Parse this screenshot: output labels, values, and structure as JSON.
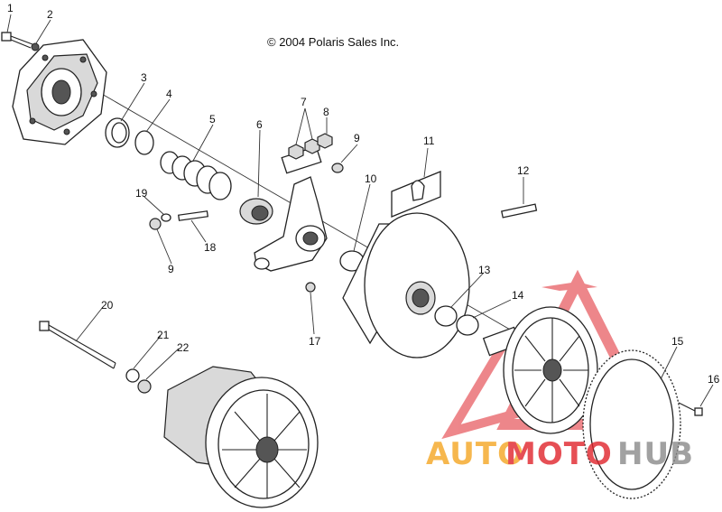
{
  "copyright": "© 2004 Polaris Sales Inc.",
  "watermark": {
    "text_a": "AUTO",
    "text_b": "MOTO",
    "text_c": "HUB",
    "colors": {
      "orange": "#f5a623",
      "red": "#e0242b",
      "gray": "#8a8a8a"
    }
  },
  "callouts": [
    "1",
    "2",
    "3",
    "4",
    "5",
    "6",
    "7",
    "8",
    "9",
    "10",
    "11",
    "12",
    "13",
    "14",
    "15",
    "16",
    "17",
    "9",
    "18",
    "19",
    "20",
    "21",
    "22"
  ]
}
